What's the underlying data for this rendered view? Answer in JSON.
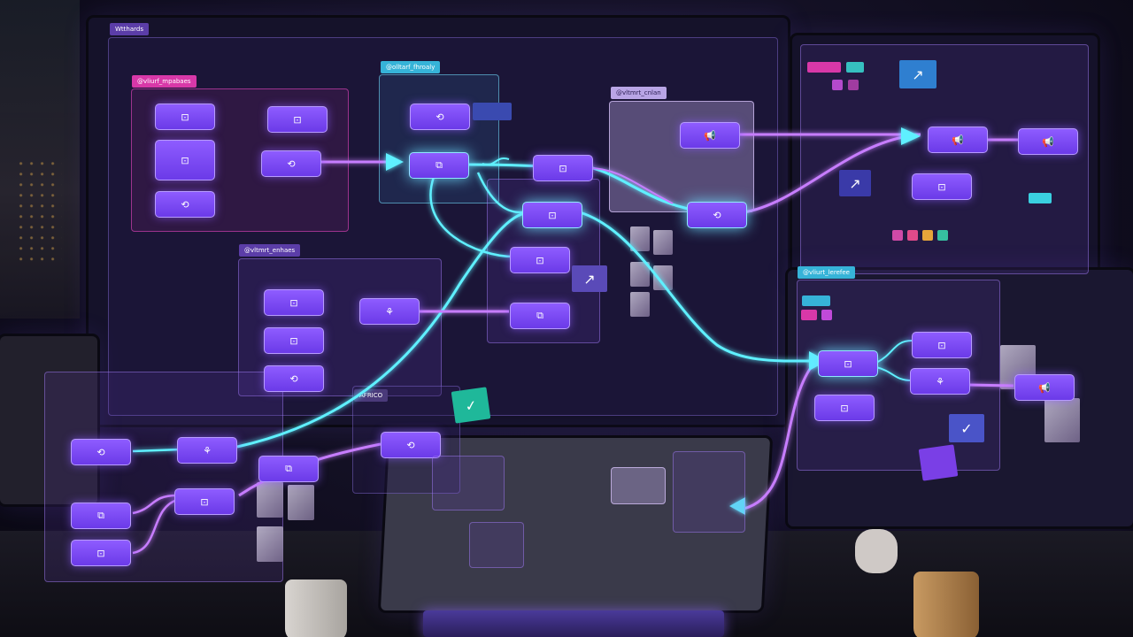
{
  "colors": {
    "node_fill": "#7c4dff",
    "cyan_wire": "#5ff0ff",
    "violet_wire": "#c77dff",
    "pink_accent": "#d838a8",
    "teal_accent": "#36b3d8"
  },
  "groups": [
    {
      "label": "Wtthards"
    },
    {
      "label": "@vliurf_mpabaes"
    },
    {
      "label": "@olltarf_fhroaly"
    },
    {
      "label": "@vltmrt_cnlan"
    },
    {
      "label": "@vltmrt_enhaes"
    },
    {
      "label": "@vliurt_lerefee"
    },
    {
      "label": "AFRICO"
    }
  ],
  "icons": {
    "message": "⊡",
    "refresh": "⟲",
    "link": "⧉",
    "megaphone": "📢",
    "check": "✓",
    "arrow": "↗",
    "people": "⚘"
  }
}
